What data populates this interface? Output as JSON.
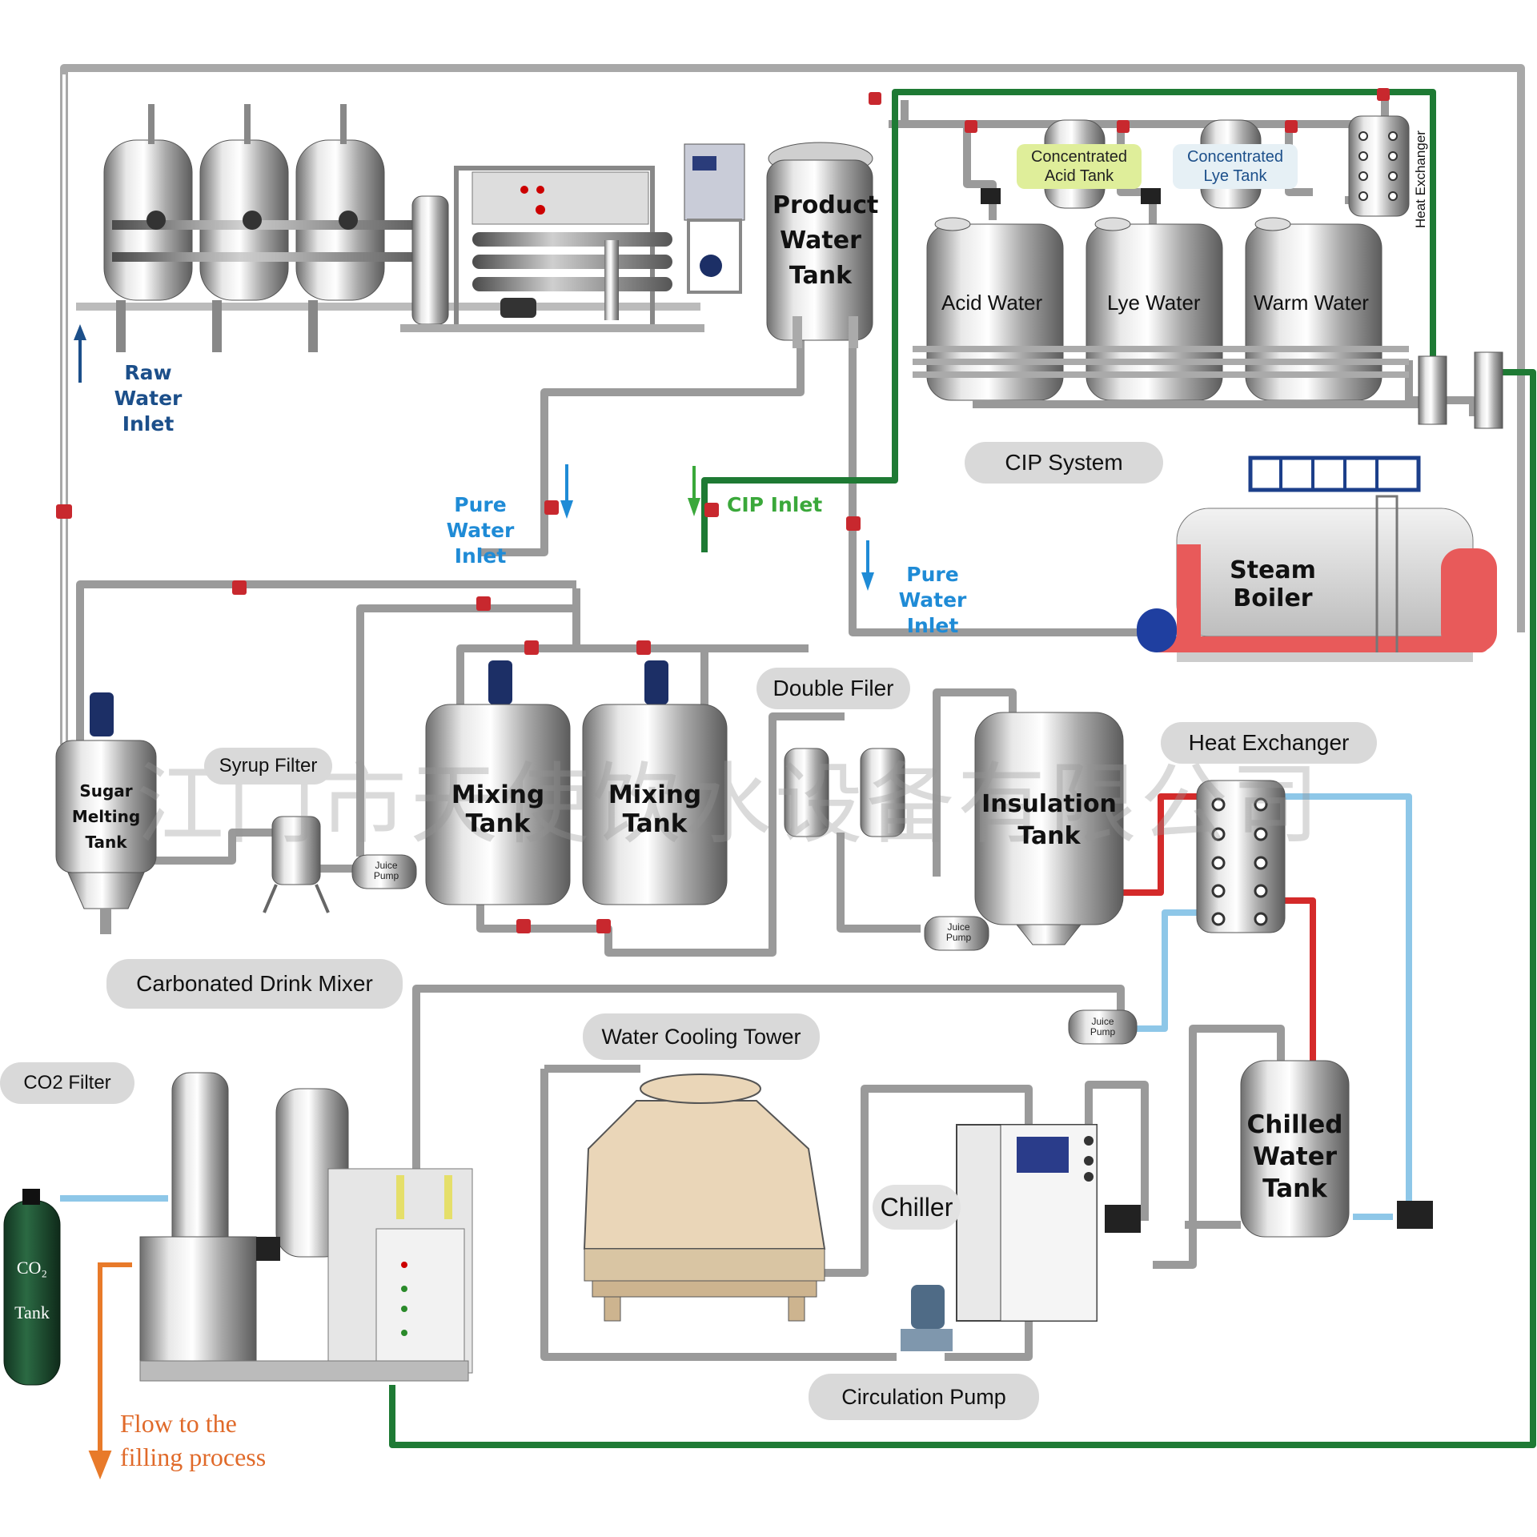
{
  "labels": {
    "raw_water_inlet": "Raw Water\nInlet",
    "product_water_tank": "Product\nWater\nTank",
    "concentrated_acid_tank": "Concentrated\nAcid Tank",
    "concentrated_lye_tank": "Concentrated\nLye Tank",
    "heat_exchanger_top": "Heat Exchanger",
    "acid_water": "Acid Water",
    "lye_water": "Lye Water",
    "warm_water": "Warm Water",
    "cip_system": "CIP System",
    "pure_water_inlet_1": "Pure Water\nInlet",
    "cip_inlet": "CIP Inlet",
    "pure_water_inlet_2": "Pure Water\nInlet",
    "steam_boiler": "Steam Boiler",
    "double_filer": "Double Filer",
    "heat_exchanger": "Heat Exchanger",
    "syrup_filter": "Syrup Filter",
    "sugar_melting_tank": "Sugar\nMelting Tank",
    "mixing_tank_1": "Mixing Tank",
    "mixing_tank_2": "Mixing Tank",
    "insulation_tank": "Insulation\nTank",
    "juice_pump_1": "Juice\nPump",
    "juice_pump_2": "Juice\nPump",
    "juice_pump_3": "Juice\nPump",
    "carbonated_drink_mixer": "Carbonated Drink Mixer",
    "water_cooling_tower": "Water Cooling Tower",
    "co2_filter": "CO2 Filter",
    "chiller": "Chiller",
    "chilled_water_tank": "Chilled\nWater\nTank",
    "co2_tank": "CO₂\n\nTank",
    "circulation_pump": "Circulation Pump",
    "flow_to_filling": "Flow to the\nfilling process",
    "watermark": "江门市天使饮水设备有限公司"
  },
  "colors": {
    "pipe_gray": "#9a9a9a",
    "pipe_green": "#1e7a34",
    "pipe_red": "#d42a2a",
    "pipe_lightblue": "#8ec7e8",
    "pipe_orange": "#e87a2a",
    "valve_red": "#c8282e",
    "label_blue": "#1f8bd6",
    "label_green": "#3aa83a",
    "co2_tank_green": "#1d4d2f",
    "boiler_red": "#e85a5a",
    "boiler_blue": "#1f3fa0",
    "tower_beige": "#ead6b8"
  }
}
